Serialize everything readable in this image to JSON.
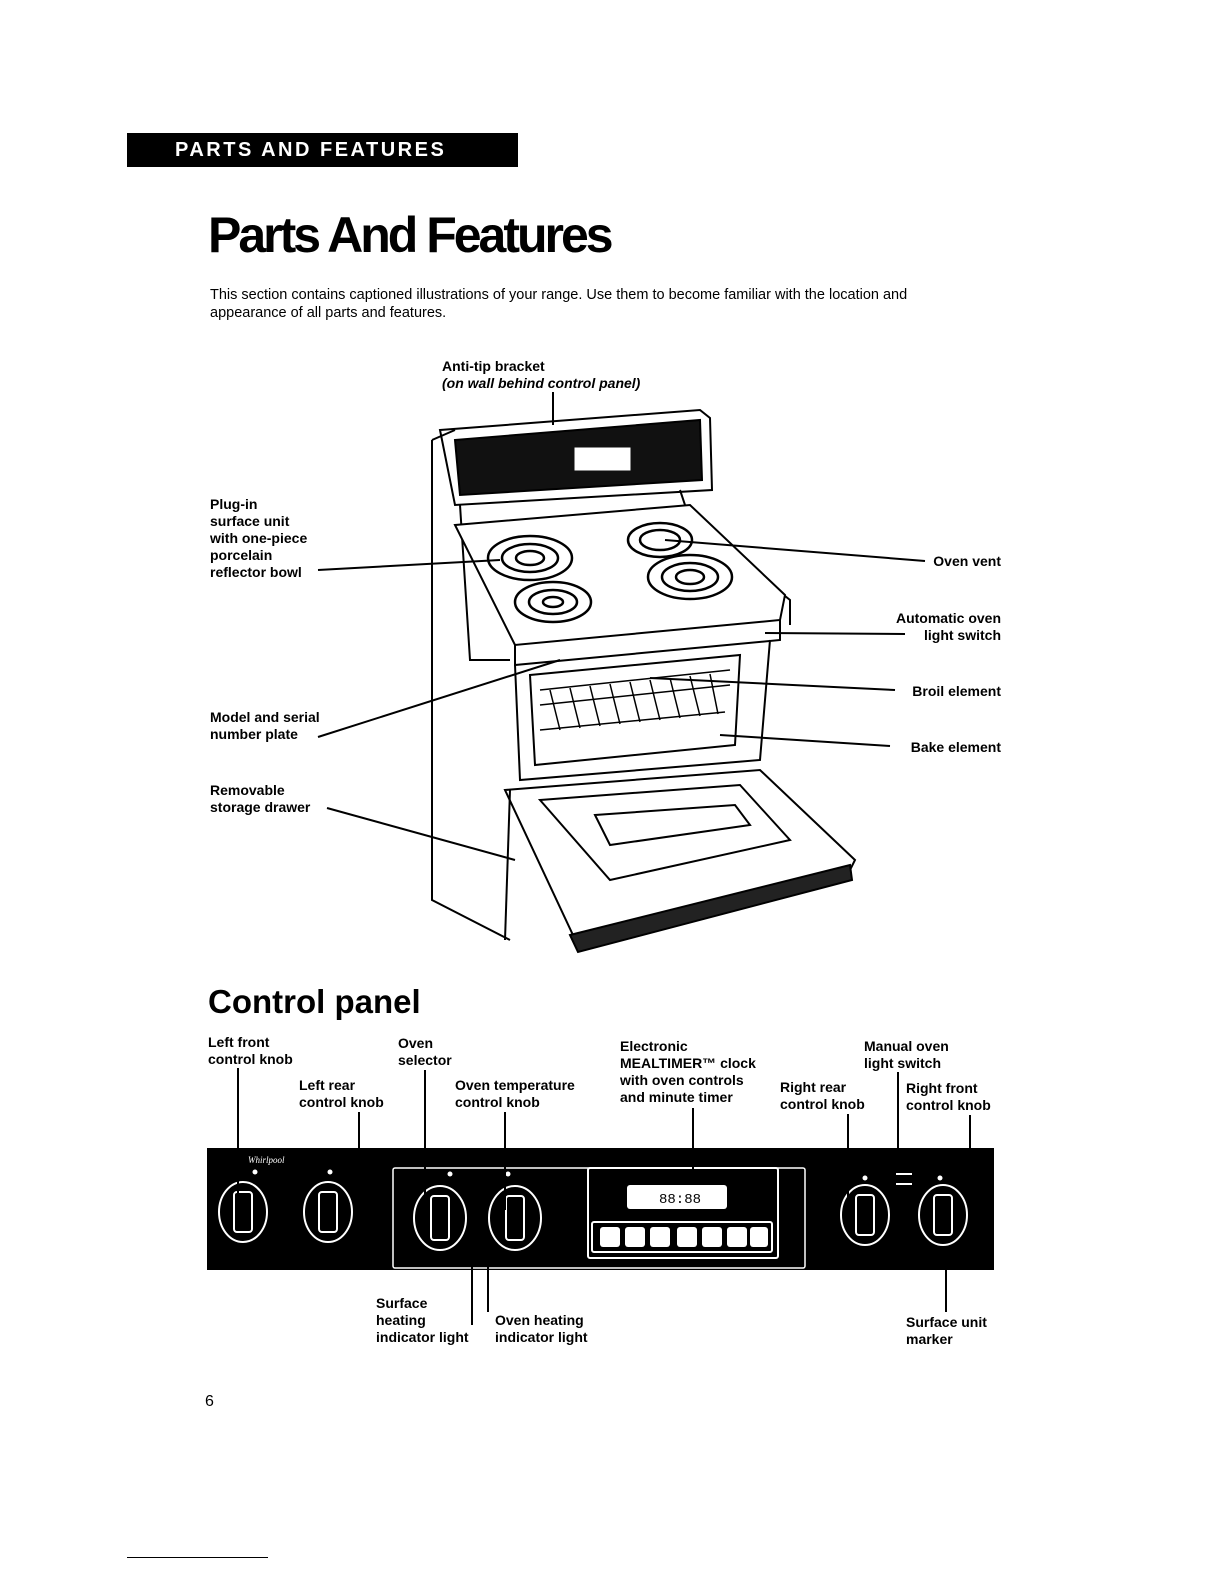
{
  "header": {
    "section_tab": "PARTS AND FEATURES"
  },
  "page_title": "Parts And Features",
  "intro": "This section contains captioned illustrations of your range. Use them to become familiar with the location and appearance of all parts and features.",
  "range_labels": {
    "anti_tip": [
      "Anti-tip bracket",
      "(on wall behind control panel)"
    ],
    "plug_in": [
      "Plug-in",
      "surface unit",
      "with one-piece",
      "porcelain",
      "reflector bowl"
    ],
    "oven_vent": [
      "Oven vent"
    ],
    "auto_light": [
      "Automatic oven",
      "light switch"
    ],
    "broil": [
      "Broil element"
    ],
    "model_plate": [
      "Model and serial",
      "number plate"
    ],
    "bake": [
      "Bake element"
    ],
    "drawer": [
      "Removable",
      "storage drawer"
    ]
  },
  "control_panel": {
    "heading": "Control panel",
    "labels": {
      "left_front": [
        "Left front",
        "control knob"
      ],
      "left_rear": [
        "Left rear",
        "control knob"
      ],
      "oven_selector": [
        "Oven",
        "selector"
      ],
      "oven_temp": [
        "Oven temperature",
        "control knob"
      ],
      "clock": [
        "Electronic",
        "MEALTIMER™ clock",
        "with oven controls",
        "and minute timer"
      ],
      "right_rear": [
        "Right rear",
        "control knob"
      ],
      "manual_light": [
        "Manual oven",
        "light switch"
      ],
      "right_front": [
        "Right front",
        "control knob"
      ],
      "surface_heating": [
        "Surface",
        "heating",
        "indicator light"
      ],
      "oven_heating": [
        "Oven heating",
        "indicator light"
      ],
      "surface_marker": [
        "Surface unit",
        "marker"
      ]
    },
    "display_digits": "88:88",
    "brand_logo": "Whirlpool"
  },
  "page_number": "6"
}
